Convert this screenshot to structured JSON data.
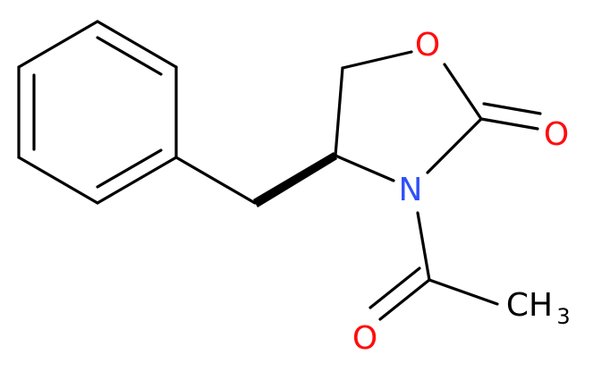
{
  "molecule": {
    "atoms": {
      "ring_oxygen": {
        "symbol": "O",
        "color": "#ff0d0d"
      },
      "carbonyl_oxygen": {
        "symbol": "O",
        "color": "#ff0d0d"
      },
      "nitrogen": {
        "symbol": "N",
        "color": "#3050f8"
      },
      "acetyl_oxygen": {
        "symbol": "O",
        "color": "#ff0d0d"
      },
      "methyl": {
        "symbol": "CH",
        "subscript": "3",
        "color": "#000000"
      }
    },
    "bond_color": "#000000"
  }
}
